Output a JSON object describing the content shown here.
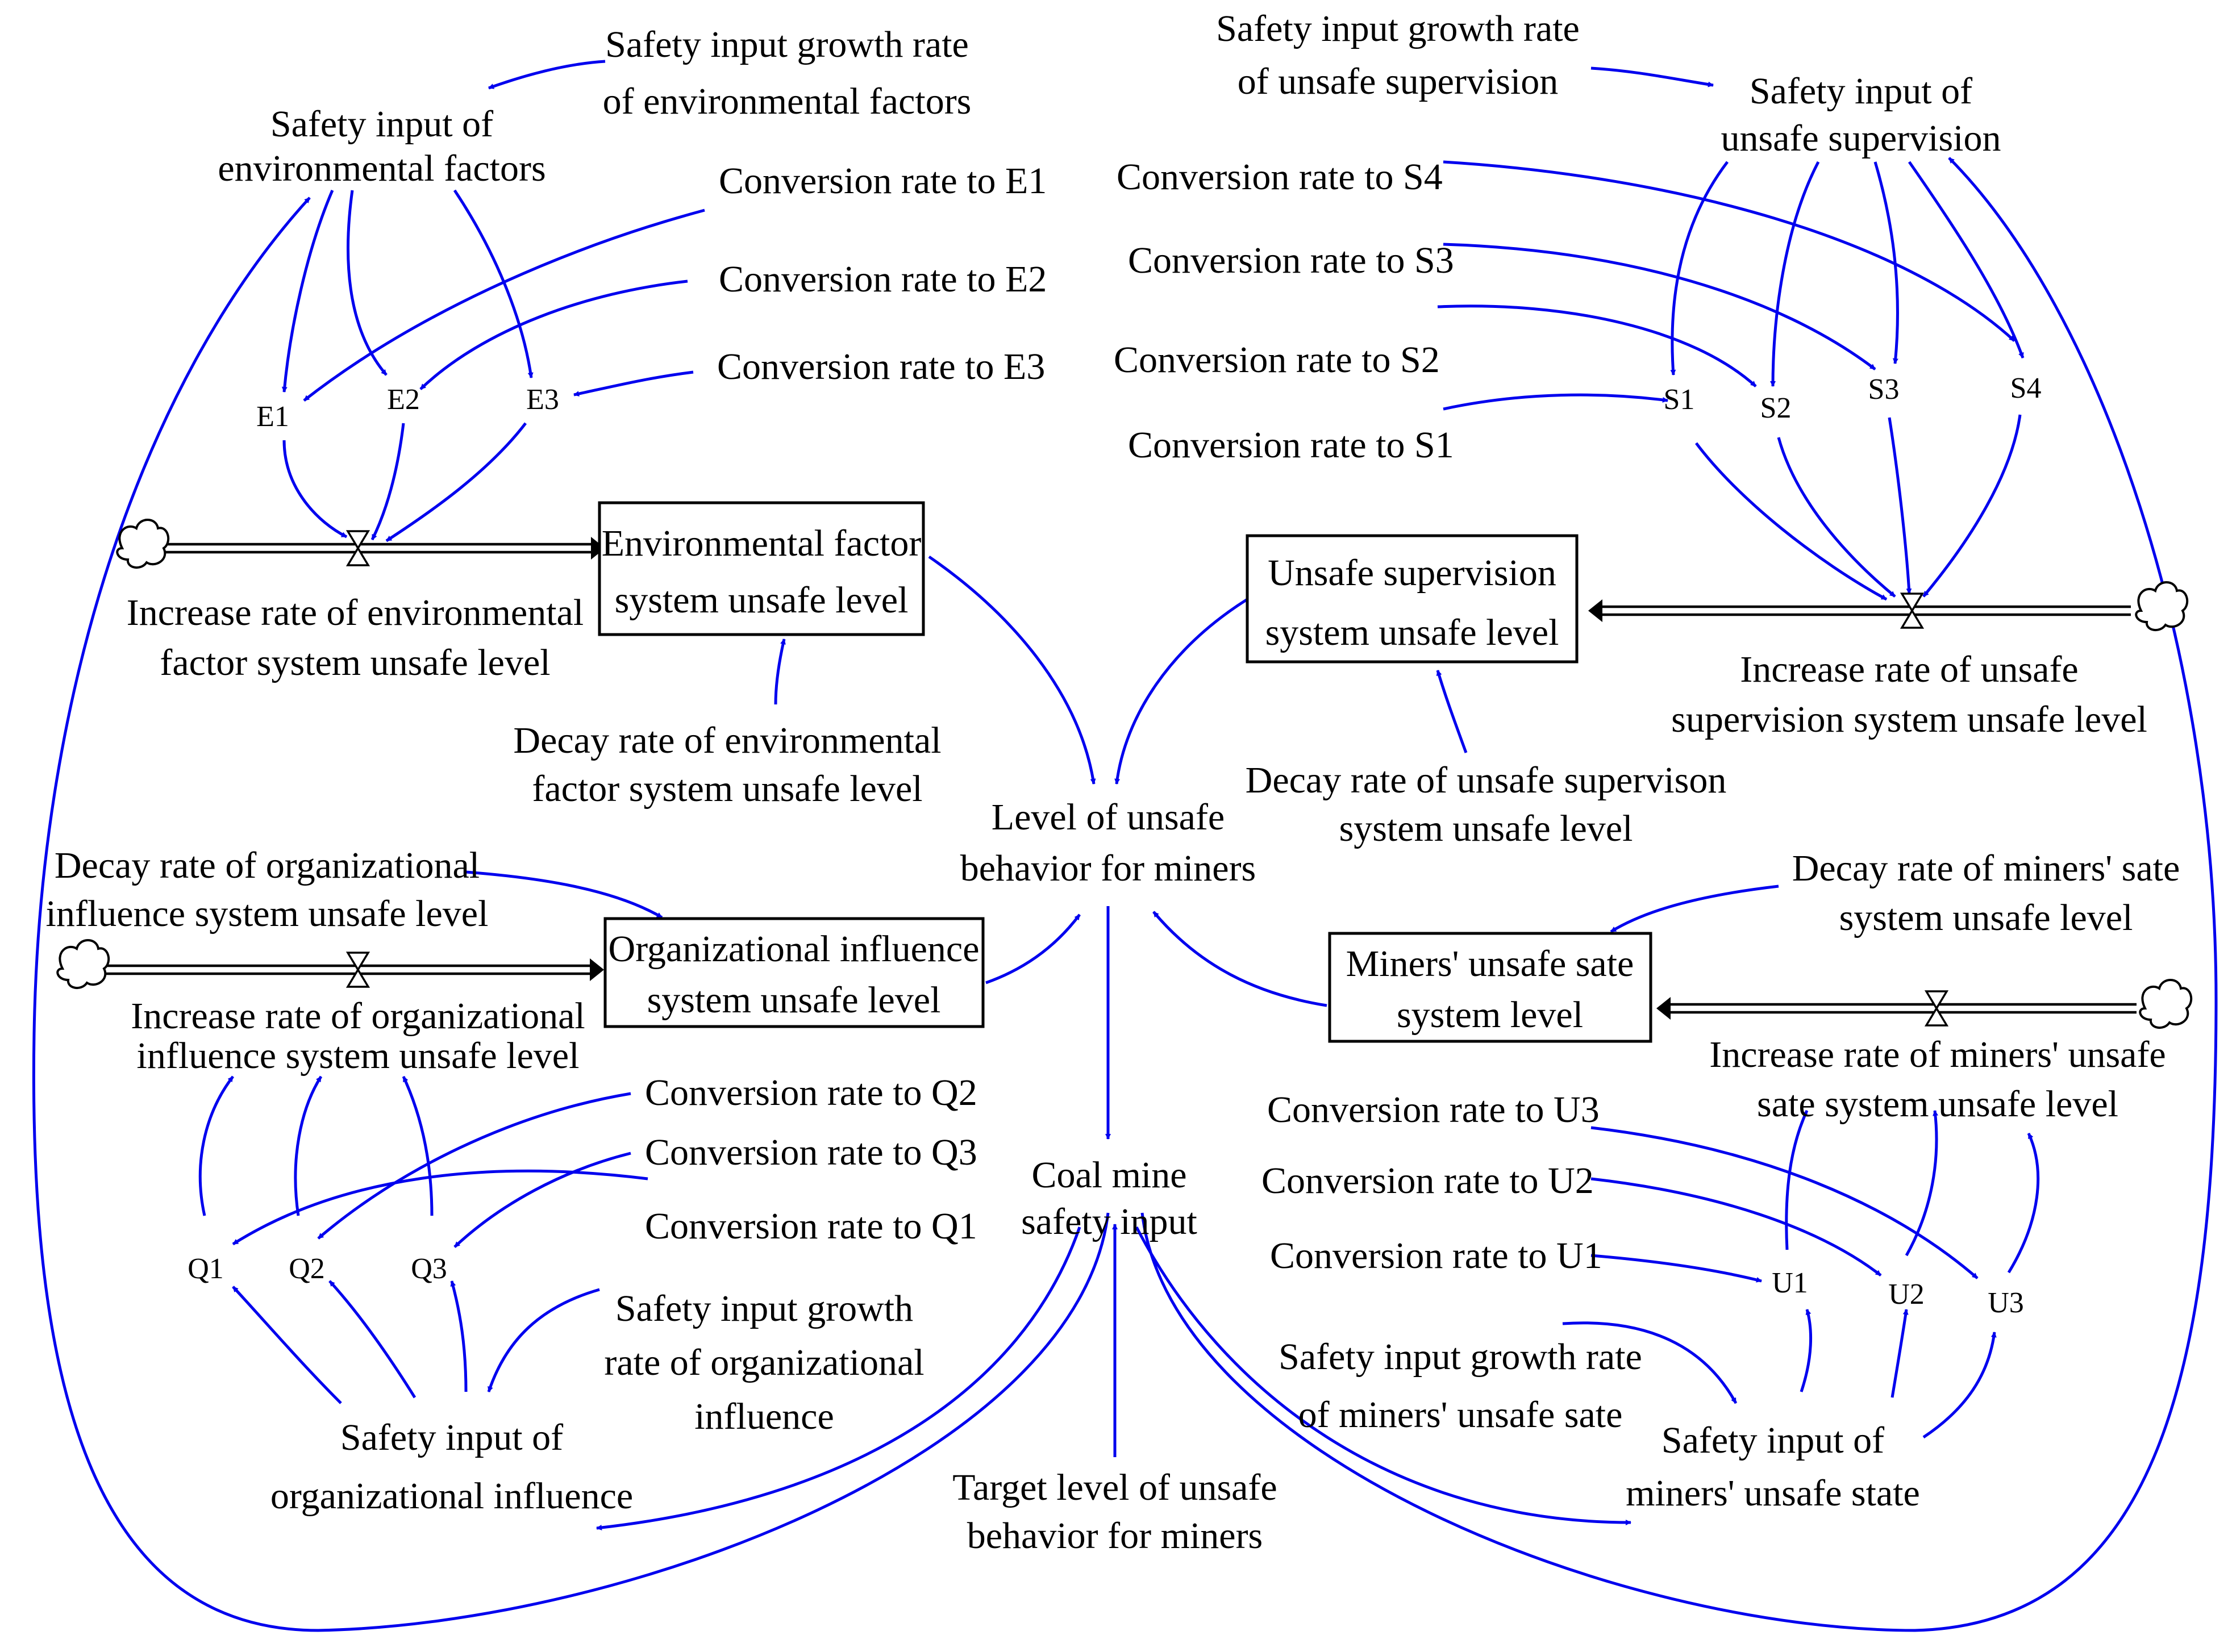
{
  "diagram": {
    "stocks": {
      "env": [
        "Environmental factor",
        "system unsafe level"
      ],
      "sup": [
        "Unsafe supervision",
        "system unsafe level"
      ],
      "org": [
        "Organizational influence",
        "system unsafe level"
      ],
      "miner": [
        "Miners' unsafe sate",
        "system level"
      ]
    },
    "rates": {
      "env_inc": [
        "Increase rate of environmental",
        "factor system unsafe level"
      ],
      "sup_inc": [
        "Increase rate of unsafe",
        "supervision system unsafe level"
      ],
      "org_inc": [
        "Increase rate of organizational",
        "influence system unsafe level"
      ],
      "miner_inc": [
        "Increase rate of miners' unsafe",
        "sate system unsafe level"
      ]
    },
    "decays": {
      "env": [
        "Decay rate of environmental",
        "factor system unsafe level"
      ],
      "sup": [
        "Decay rate of unsafe supervison",
        "system unsafe level"
      ],
      "org": [
        "Decay rate of organizational",
        "influence system unsafe level"
      ],
      "miner": [
        "Decay rate of miners' sate",
        "system unsafe level"
      ]
    },
    "center": {
      "level": [
        "Level of unsafe",
        "behavior for miners"
      ],
      "input": [
        "Coal mine",
        "safety input"
      ],
      "target": [
        "Target level of unsafe",
        "behavior for miners"
      ]
    },
    "inputs": {
      "env": [
        "Safety input of",
        "environmental factors"
      ],
      "sup": [
        "Safety input of",
        "unsafe supervision"
      ],
      "org": [
        "Safety input of",
        "organizational influence"
      ],
      "miner": [
        "Safety input of",
        "miners' unsafe state"
      ]
    },
    "growth": {
      "env": [
        "Safety input growth rate",
        "of environmental factors"
      ],
      "sup": [
        "Safety input growth rate",
        "of unsafe supervision"
      ],
      "org": [
        "Safety input growth",
        "rate of organizational",
        "influence"
      ],
      "miner": [
        "Safety input growth rate",
        "of miners' unsafe sate"
      ]
    },
    "conv": {
      "E1": "Conversion rate to E1",
      "E2": "Conversion rate to E2",
      "E3": "Conversion rate to E3",
      "S4": "Conversion rate to S4",
      "S3": "Conversion rate to S3",
      "S2": "Conversion rate to S2",
      "S1": "Conversion rate to S1",
      "Q2": "Conversion rate to Q2",
      "Q3": "Conversion rate to Q3",
      "Q1": "Conversion rate to Q1",
      "U3": "Conversion rate to U3",
      "U2": "Conversion rate to U2",
      "U1": "Conversion rate to U1"
    },
    "aux": {
      "E1": "E1",
      "E2": "E2",
      "E3": "E3",
      "S1": "S1",
      "S2": "S2",
      "S3": "S3",
      "S4": "S4",
      "Q1": "Q1",
      "Q2": "Q2",
      "Q3": "Q3",
      "U1": "U1",
      "U2": "U2",
      "U3": "U3"
    },
    "colors": {
      "link": "#0000ee",
      "stock": "#000000",
      "background": "#ffffff"
    }
  }
}
